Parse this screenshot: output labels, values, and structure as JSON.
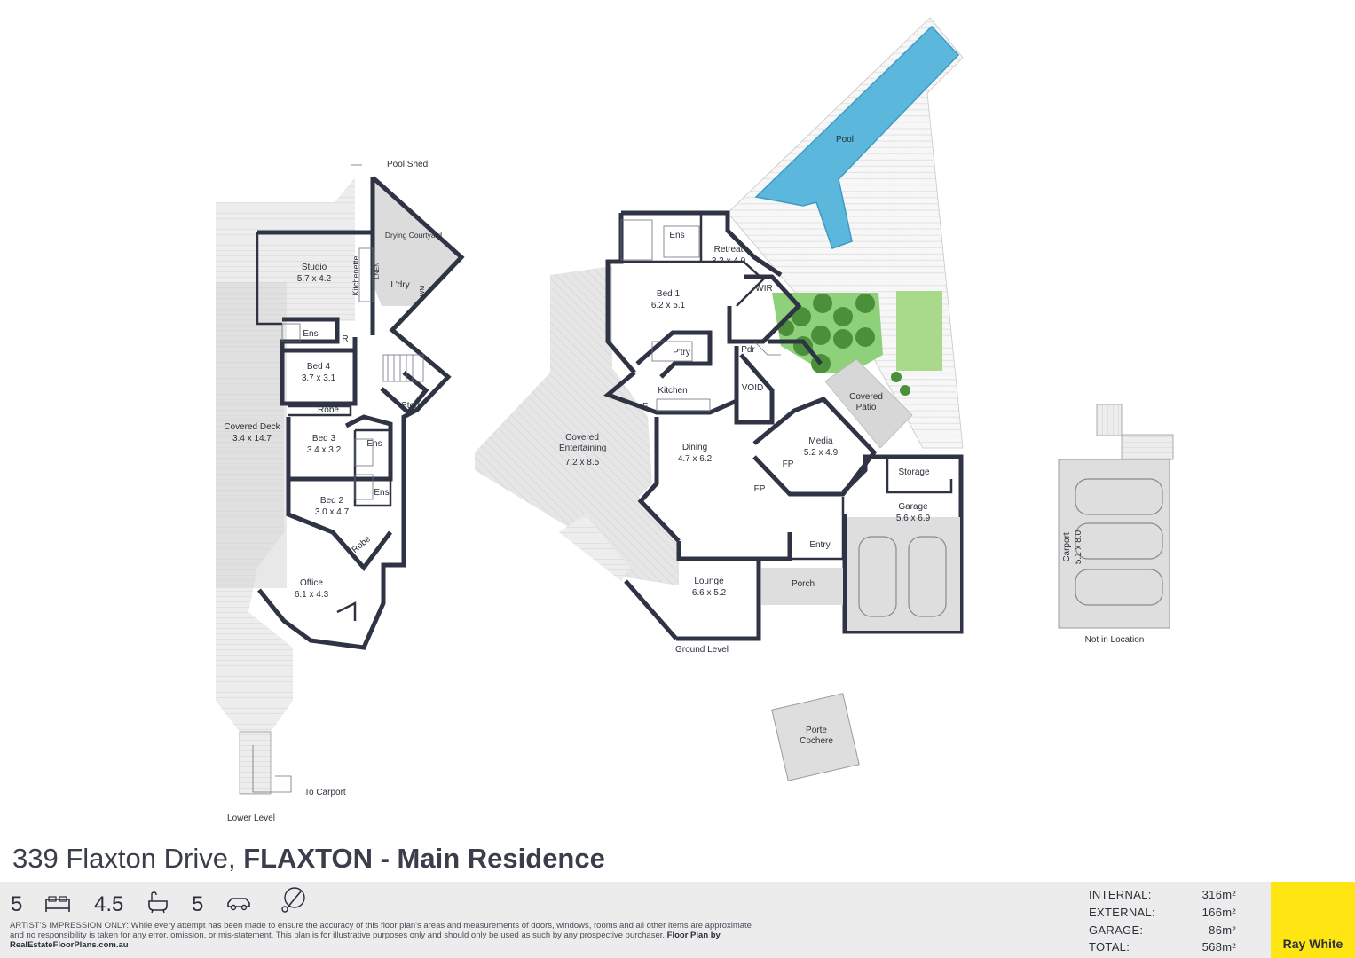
{
  "title": {
    "address": "339 Flaxton Drive,",
    "suburb": "FLAXTON - Main Residence"
  },
  "lower_level": {
    "level_label": "Lower Level",
    "pool_shed": "Pool Shed",
    "drying_courtyard": "Drying Courtyard",
    "studio": {
      "name": "Studio",
      "size": "5.7 x 4.2"
    },
    "kitchenette": "Kitchenette",
    "linen": "LNEN",
    "laundry": "L'dry",
    "wm": "WM",
    "ens_top": "Ens",
    "r": "R",
    "bed4": {
      "name": "Bed 4",
      "size": "3.7 x 3.1"
    },
    "store": "Store",
    "robe_mid": "Robe",
    "covered_deck": {
      "name": "Covered Deck",
      "size": "3.4 x 14.7"
    },
    "bed3": {
      "name": "Bed 3",
      "size": "3.4 x 3.2"
    },
    "ens_mid": "Ens",
    "ens_low": "Ens",
    "bed2": {
      "name": "Bed 2",
      "size": "3.0 x 4.7"
    },
    "robe_low": "Robe",
    "office": {
      "name": "Office",
      "size": "6.1 x 4.3"
    },
    "to_carport": "To Carport"
  },
  "ground_level": {
    "level_label": "Ground Level",
    "pool": "Pool",
    "ens": "Ens",
    "retreat": {
      "name": "Retreat",
      "size": "3.2 x 4.0"
    },
    "bed1": {
      "name": "Bed 1",
      "size": "6.2 x 5.1"
    },
    "wir": "WIR",
    "pantry": "P'try",
    "pdr": "Pdr",
    "kitchen": "Kitchen",
    "f": "F",
    "void": "VOID",
    "covered_patio": "Covered Patio",
    "covered_entertaining": {
      "name": "Covered Entertaining",
      "size": "7.2 x 8.5"
    },
    "dining": {
      "name": "Dining",
      "size": "4.7 x 6.2"
    },
    "media": {
      "name": "Media",
      "size": "5.2 x 4.9"
    },
    "fp1": "FP",
    "fp2": "FP",
    "storage": "Storage",
    "garage": {
      "name": "Garage",
      "size": "5.6 x 6.9"
    },
    "entry": "Entry",
    "porch": "Porch",
    "lounge": {
      "name": "Lounge",
      "size": "6.6 x 5.2"
    },
    "porte_cochere": "Porte Cochere"
  },
  "carport": {
    "name": "Carport",
    "size": "5.1 x 8.0",
    "note": "Not in Location"
  },
  "stats": {
    "bedrooms": "5",
    "bathrooms": "4.5",
    "car_spaces": "5"
  },
  "icons": [
    "bed-icon",
    "bath-icon",
    "car-icon",
    "compass-icon"
  ],
  "disclaimer": {
    "text": "ARTIST'S IMPRESSION ONLY: While every attempt has been made to ensure the accuracy of this floor plan's areas and measurements of doors, windows, rooms and all other items are approximate and no responsibility is taken for any error, omission, or mis-statement. This plan is for illustrative purposes only and should only be used as such by any prospective purchaser.",
    "credit": "Floor Plan by RealEstateFloorPlans.com.au"
  },
  "areas": [
    {
      "label": "INTERNAL:",
      "value": "316m²"
    },
    {
      "label": "EXTERNAL:",
      "value": "166m²"
    },
    {
      "label": "GARAGE:",
      "value": "86m²"
    },
    {
      "label": "TOTAL:",
      "value": "568m²"
    }
  ],
  "brand": "Ray White",
  "colors": {
    "wall": "#2f3445",
    "pool": "#5bb7dc",
    "lawn": "#a9d98a",
    "deck": "#e3e3e3",
    "brand_yellow": "#ffe512"
  }
}
